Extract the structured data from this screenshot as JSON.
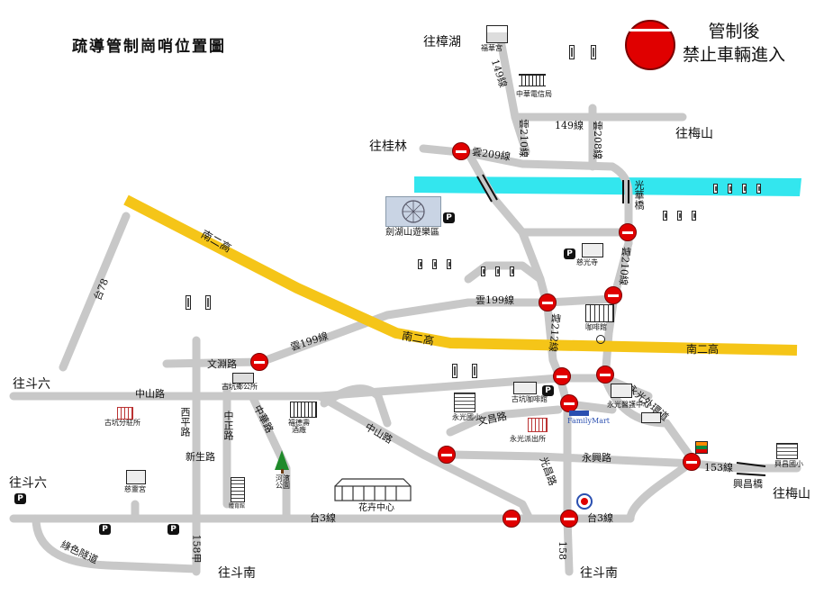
{
  "title": "疏導管制崗哨位置圖",
  "legend": {
    "line1": "管制後",
    "line2": "禁止車輛進入"
  },
  "places": {
    "to_zhanghu": "往樟湖",
    "fuhua_temple": "福華宮",
    "zhongshan_telecom": "中華電信局",
    "to_guilin": "往桂林",
    "to_meishan_top": "往梅山",
    "jianhushan": "劍湖山遊樂區",
    "cihui_temple": "慈光寺",
    "coffee_house": "咖啡館",
    "to_douliu_1": "往斗六",
    "to_douliu_2": "往斗六",
    "gukeng_office": "古坑鄉公所",
    "gukeng_police": "古坑分駐所",
    "fude_temple": "福德壽\n酒廠",
    "yongguang_school": "永光國小",
    "gukeng_cafe": "古坑咖啡館",
    "yongguang_health": "永光醫護中心",
    "yongguang_station": "永光派出所",
    "familymart": "FamilyMart",
    "cihui_gong": "慈靈宮",
    "river_park": "河濱\n公園",
    "flower_center": "花卉中心",
    "to_meishan_bottom": "往梅山",
    "xingchang_school": "興昌國小",
    "to_dounan_1": "往斗南",
    "to_dounan_2": "往斗南",
    "sports_hall": "體育館"
  },
  "roads": {
    "r149_a": "149線",
    "r149_b": "149線",
    "yun210_a": "雲210線",
    "yun208": "雲208線",
    "yun209": "雲209線",
    "yun210_b": "雲210線",
    "yun212": "雲212線",
    "yun199_a": "雲199線",
    "yun199_b": "雲199線",
    "nanergao_1": "南二高",
    "nanergao_2": "南二高",
    "nanergao_3": "南二高",
    "tai78": "台78",
    "wenyuan": "文淵路",
    "zhongshan_1": "中山路",
    "zhongshan_2": "中山路",
    "xiping": "西平路",
    "zhongzheng": "中正路",
    "zhonghua": "中華路",
    "xinsheng": "新生路",
    "wenchang": "文昌路",
    "yongxing": "永興路",
    "guangchang": "光昌路",
    "yongguang_ring": "永光外環道",
    "r153": "153線",
    "xingchang_bridge": "興昌橋",
    "guanghua_bridge": "光華橋",
    "tai3_a": "台3線",
    "tai3_b": "台3線",
    "r158a": "158甲",
    "r158": "158",
    "green_tunnel": "綠色隧道"
  },
  "icons": {
    "noentry": "no-entry-sign-icon",
    "parking": "parking-icon",
    "guard": "guard-post-icon",
    "seven": "7-eleven-icon"
  },
  "colors": {
    "road": "#c8c8c8",
    "expressway": "#f5c518",
    "river": "#33e6ee",
    "noentry": "#e00000"
  }
}
